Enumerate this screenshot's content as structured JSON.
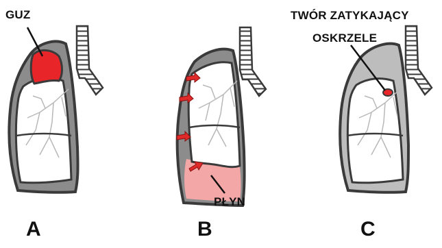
{
  "labels": {
    "guz": "GUZ",
    "plyn": "PŁYN",
    "obstruction_line1": "TWÓR ZATYKAJĄCY",
    "obstruction_line2": "OSKRZELE",
    "panel_a": "A",
    "panel_b": "B",
    "panel_c": "C"
  },
  "colors": {
    "outline": "#3a3a3a",
    "pleura": "#8c8c8c",
    "collapsed_lung": "#bdbdbd",
    "lung_fill": "#ffffff",
    "bronchi": "#b8b8b8",
    "tumor": "#e8262a",
    "fluid": "#f3a7a7",
    "arrow": "#e02a2a"
  }
}
